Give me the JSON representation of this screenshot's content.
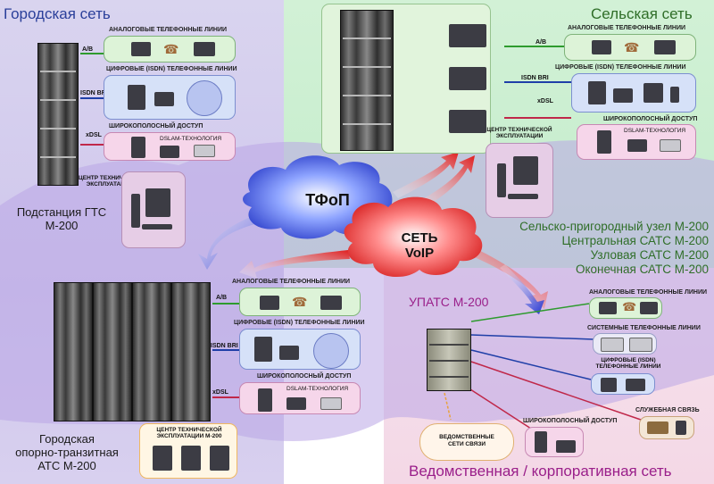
{
  "regions": {
    "city": "Городская сеть",
    "rural": "Сельская сеть",
    "corporate": "Ведомственная / корпоративная сеть"
  },
  "clouds": {
    "tfop": "ТФоП",
    "voip_line1": "СЕТЬ",
    "voip_line2": "VoIP"
  },
  "city_substation": {
    "analog": "АНАЛОГОВЫЕ ТЕЛЕФОННЫЕ ЛИНИИ",
    "isdn": "ЦИФРОВЫЕ (ISDN) ТЕЛЕФОННЫЕ ЛИНИИ",
    "broadband": "ШИРОКОПОЛОСНЫЙ ДОСТУП",
    "dslam": "DSLAM-ТЕХНОЛОГИЯ",
    "link_ab": "A/B",
    "link_isdn": "ISDN BRI",
    "link_xdsl": "xDSL",
    "tech_center_line1": "ЦЕНТР ТЕХНИЧЕСКОЙ",
    "tech_center_line2": "ЭКСПЛУАТАЦИИ",
    "name_line1": "Подстанция ГТС",
    "name_line2": "М-200"
  },
  "rural": {
    "analog": "АНАЛОГОВЫЕ ТЕЛЕФОННЫЕ ЛИНИИ",
    "isdn": "ЦИФРОВЫЕ (ISDN) ТЕЛЕФОННЫЕ ЛИНИИ",
    "broadband": "ШИРОКОПОЛОСНЫЙ ДОСТУП",
    "dslam": "DSLAM-ТЕХНОЛОГИЯ",
    "link_ab": "A/B",
    "link_isdn": "ISDN BRI",
    "link_xdsl": "xDSL",
    "tech_center_line1": "ЦЕНТР ТЕХНИЧЕСКОЙ",
    "tech_center_line2": "ЭКСПЛУАТАЦИИ",
    "node_types": [
      "Сельско-пригородный узел М-200",
      "Центральная САТС М-200",
      "Узловая САТС М-200",
      "Оконечная САТС М-200"
    ]
  },
  "city_transit": {
    "analog": "АНАЛОГОВЫЕ ТЕЛЕФОННЫЕ ЛИНИИ",
    "isdn": "ЦИФРОВЫЕ (ISDN) ТЕЛЕФОННЫЕ ЛИНИИ",
    "broadband": "ШИРОКОПОЛОСНЫЙ ДОСТУП",
    "dslam": "DSLAM-ТЕХНОЛОГИЯ",
    "link_ab": "A/B",
    "link_isdn": "ISDN BRI",
    "link_xdsl": "xDSL",
    "tech_center_line1": "ЦЕНТР ТЕХНИЧЕСКОЙ",
    "tech_center_line2": "ЭКСПЛУАТАЦИИ М-200",
    "name_line1": "Городская",
    "name_line2": "опорно-транзитная",
    "name_line3": "АТС М-200"
  },
  "corporate": {
    "upats": "УПАТС М-200",
    "analog": "АНАЛОГОВЫЕ ТЕЛЕФОННЫЕ ЛИНИИ",
    "system": "СИСТЕМНЫЕ ТЕЛЕФОННЫЕ ЛИНИИ",
    "isdn_line1": "ЦИФРОВЫЕ (ISDN)",
    "isdn_line2": "ТЕЛЕФОННЫЕ ЛИНИИ",
    "service": "СЛУЖЕБНАЯ СВЯЗЬ",
    "broadband": "ШИРОКОПОЛОСНЫЙ ДОСТУП",
    "dept_line1": "ВЕДОМСТВЕННЫЕ",
    "dept_line2": "СЕТИ  СВЯЗИ"
  },
  "colors": {
    "ab_link": "#2e9b2e",
    "isdn_link": "#1f3fa8",
    "xdsl_link": "#c0284a",
    "corp_title": "#9a1f8a",
    "rural_text": "#2f6e28",
    "city_title": "#2a3f9a"
  }
}
